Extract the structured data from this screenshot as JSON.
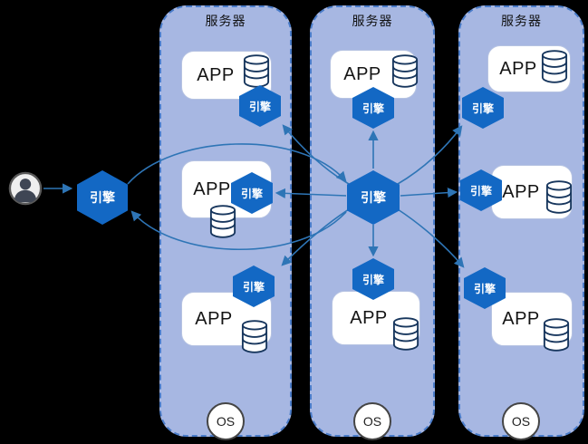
{
  "labels": {
    "server": "服务器",
    "app": "APP",
    "engine": "引擎",
    "os": "OS"
  },
  "user": {
    "engine_label": "引擎"
  },
  "servers": [
    {
      "title": "服务器",
      "os": "OS"
    },
    {
      "title": "服务器",
      "os": "OS"
    },
    {
      "title": "服务器",
      "os": "OS"
    }
  ],
  "colors": {
    "background": "#000000",
    "server_fill": "#a7b7e2",
    "server_border": "#4a7cc9",
    "engine_fill": "#1368c4",
    "engine_text": "#ffffff",
    "app_fill": "#ffffff",
    "app_text": "#141414",
    "arrow": "#2e75b6",
    "db_stroke": "#17365d",
    "os_border": "#454545"
  }
}
